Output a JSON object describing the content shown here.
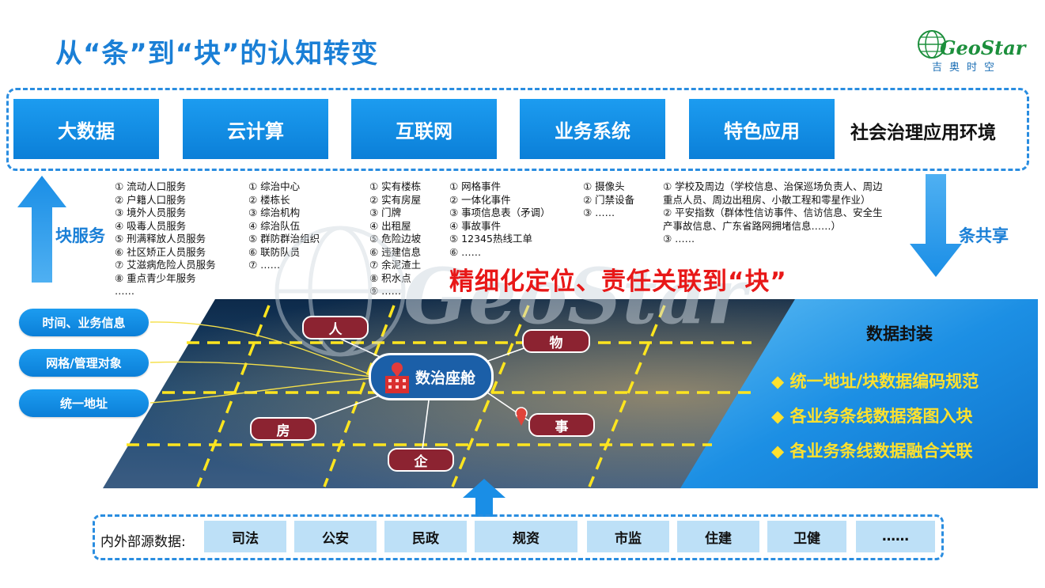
{
  "title": "从“条”到“块”的认知转变",
  "logo": {
    "en": "GeoStar",
    "cn": "吉奥时空"
  },
  "watermark": "GeoStar",
  "environment": {
    "items": [
      "大数据",
      "云计算",
      "互联网",
      "业务系统",
      "特色应用"
    ],
    "label": "社会治理应用环境"
  },
  "left_arrow_label": "块服务",
  "right_arrow_label": "条共享",
  "lists": [
    [
      "① 流动人口服务",
      "② 户籍人口服务",
      "③ 境外人员服务",
      "④ 吸毒人员服务",
      "⑤ 刑满释放人员服务",
      "⑥ 社区矫正人员服务",
      "⑦ 艾滋病危险人员服务",
      "⑧ 重点青少年服务",
      "……"
    ],
    [
      "① 综治中心",
      "② 楼栋长",
      "③ 综治机构",
      "④ 综治队伍",
      "⑤ 群防群治组织",
      "⑥ 联防队员",
      "⑦ ……"
    ],
    [
      "① 实有楼栋",
      "② 实有房屋",
      "③ 门牌",
      "④ 出租屋",
      "⑤ 危险边坡",
      "⑥ 违建信息",
      "⑦ 余泥渣土",
      "⑧ 积水点",
      "⑨ ……"
    ],
    [
      "① 网格事件",
      "② 一体化事件",
      "③ 事项信息表（矛调）",
      "④ 事故事件",
      "⑤ 12345热线工单",
      "⑥ ……"
    ],
    [
      "① 摄像头",
      "② 门禁设备",
      "③ ……"
    ],
    [
      "① 学校及周边（学校信息、治保巡场负责人、周边",
      "    重点人员、周边出租房、小散工程和零星作业）",
      "② 平安指数（群体性信访事件、信访信息、安全生",
      "    产事故信息、广东省路网拥堵信息……）",
      "③ ……"
    ]
  ],
  "headline": "精细化定位、责任关联到“块”",
  "left_pills": [
    "时间、业务信息",
    "网格/管理对象",
    "统一地址"
  ],
  "nodes": {
    "person": "人",
    "thing": "物",
    "house": "房",
    "event": "事",
    "enterprise": "企"
  },
  "hub": "数治座舱",
  "encapsulation": {
    "title": "数据封装",
    "items": [
      "◆ 统一地址/块数据编码规范",
      "◆ 各业务条线数据落图入块",
      "◆ 各业务条线数据融合关联"
    ]
  },
  "sources": {
    "label": "内外部源数据:",
    "items": [
      "司法",
      "公安",
      "民政",
      "规资",
      "市监",
      "住建",
      "卫健",
      "……"
    ]
  },
  "colors": {
    "primary": "#1a7fd6",
    "accent_red": "#e81818",
    "highlight_yellow": "#ffe12e",
    "node_red": "#8c2331"
  }
}
